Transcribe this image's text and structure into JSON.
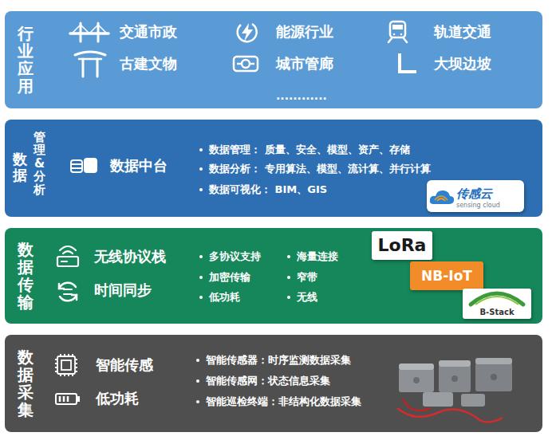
{
  "diagram": {
    "nodes": [
      {
        "text": [
          "行业应用",
          "交通市政",
          "能源行业",
          "轨道交通",
          "古建文物",
          "城市管廊",
          "大坝边坡",
          "............"
        ]
      },
      {
        "text": [
          "数据",
          "管理&分析",
          "数据中台",
          "数据管理： 质量、安全、模型、资产、存储",
          "数据分析： 专用算法、模型、流计算、并行计算",
          "数据可视化： BIM、GIS"
        ]
      },
      {
        "text": [
          "传感云",
          "sensing cloud"
        ],
        "in": 1
      },
      {
        "text": [
          "数据传输",
          "无线协议栈",
          "时间同步",
          "多协议支持",
          "海量连接",
          "加密传输",
          "窄带",
          "低功耗",
          "无线"
        ]
      },
      {
        "text": [
          "LoRa"
        ],
        "in": 3
      },
      {
        "text": [
          "NB-IoT"
        ],
        "in": 3
      },
      {
        "text": [
          "B-Stack"
        ],
        "in": 3
      },
      {
        "text": [
          "数据采集",
          "智能传感",
          "低功耗",
          "智能传感器：时序监测数据采集",
          "智能传感网：状态信息采集",
          "智能巡检终端：非结构化数据采集"
        ]
      }
    ]
  }
}
